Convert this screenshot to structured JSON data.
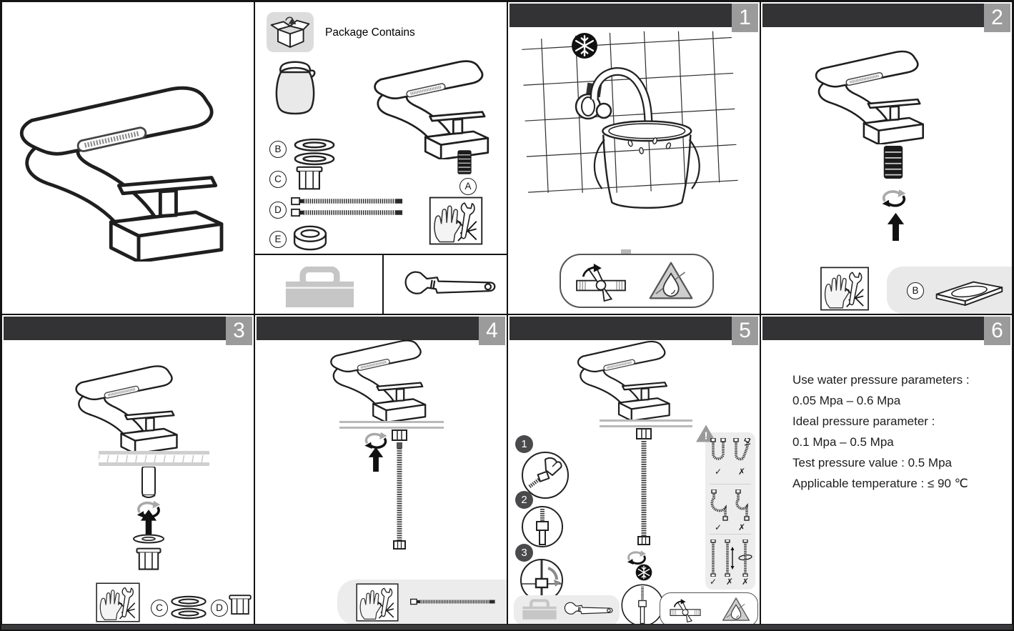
{
  "colors": {
    "header_bar": "#333336",
    "number_box": "#9b9b9b",
    "panel_border": "#141414",
    "gray_fill": "#ececec",
    "tool_gray": "#c6c6c6",
    "triangle_gray": "#cdcdcd"
  },
  "panels": {
    "package": {
      "title": "Package Contains",
      "label_a": "A",
      "label_b": "B",
      "label_c": "C",
      "label_d": "D",
      "label_e": "E"
    },
    "step1": {
      "number": "1"
    },
    "step2": {
      "number": "2",
      "label_b": "B"
    },
    "step3": {
      "number": "3",
      "label_c": "C",
      "label_d": "D"
    },
    "step4": {
      "number": "4"
    },
    "step5": {
      "number": "5",
      "sub1": "1",
      "sub2": "2",
      "sub3": "3",
      "warn": "!",
      "check": "✓",
      "cross": "✗"
    },
    "step6": {
      "number": "6",
      "line1": "Use water pressure parameters :",
      "line2": "0.05 Mpa – 0.6 Mpa",
      "line3": "Ideal pressure parameter :",
      "line4": "0.1 Mpa – 0.5 Mpa",
      "line5": "Test pressure value : 0.5 Mpa",
      "line6": "Applicable temperature : ≤ 90 ℃"
    }
  }
}
